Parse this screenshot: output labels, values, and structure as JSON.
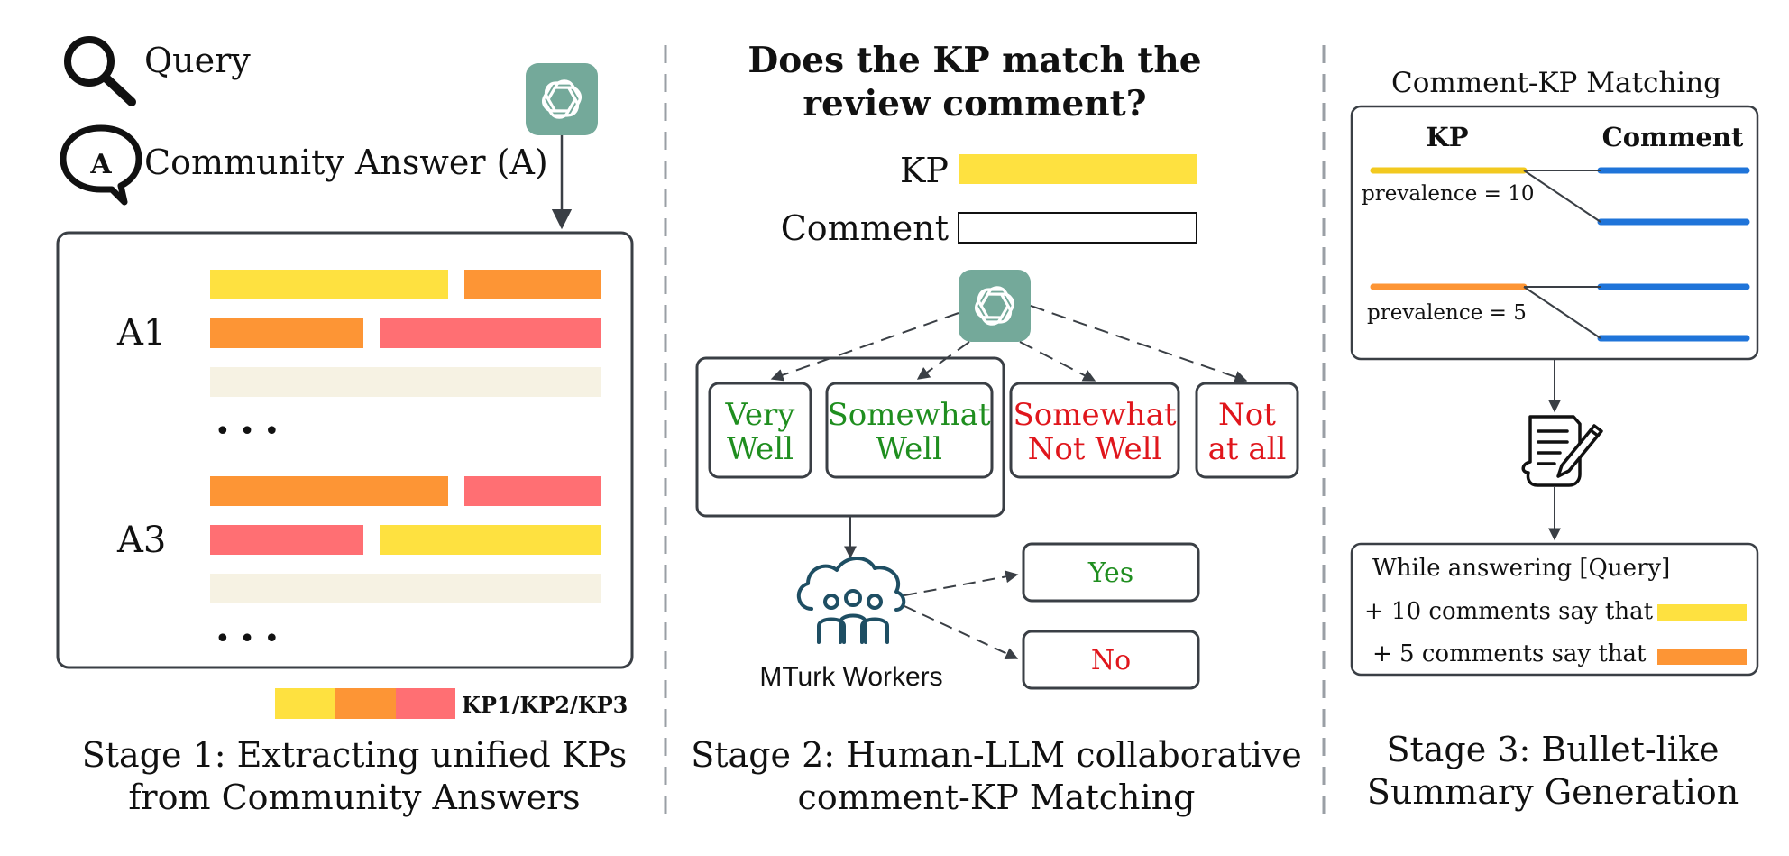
{
  "colors": {
    "yellow": "#FEE140",
    "orange": "#FD9535",
    "pink": "#FF6F73",
    "beige": "#F6F2E3",
    "green": "#1F8E1F",
    "red": "#E0161C",
    "blue": "#1F74D9",
    "kp_yellow_line": "#F2C91F",
    "gpt_teal": "#74A99A",
    "frame": "#3A3F45"
  },
  "stage1": {
    "query_label": "Query",
    "community_label": "Community Answer (A)",
    "a1_label": "A1",
    "a3_label": "A3",
    "ellipsis_1": "• • •",
    "ellipsis_2": "• • •",
    "legend_label": "KP1/KP2/KP3",
    "caption_line1": "Stage 1: Extracting unified KPs",
    "caption_line2": "from Community Answers",
    "icons": [
      "search-icon",
      "answer-bubble-icon",
      "openai-logo-icon"
    ]
  },
  "stage2": {
    "title_line1": "Does the KP match the",
    "title_line2": "review comment?",
    "kp_label": "KP",
    "comment_label": "Comment",
    "options": [
      {
        "line1": "Very",
        "line2": "Well",
        "color": "green"
      },
      {
        "line1": "Somewhat",
        "line2": "Well",
        "color": "green"
      },
      {
        "line1": "Somewhat",
        "line2": "Not Well",
        "color": "red"
      },
      {
        "line1": "Not",
        "line2": "at all",
        "color": "red"
      }
    ],
    "workers_label": "MTurk Workers",
    "yes_label": "Yes",
    "no_label": "No",
    "caption_line1": "Stage 2: Human-LLM collaborative",
    "caption_line2": "comment-KP Matching",
    "icons": [
      "openai-logo-icon",
      "cloud-workers-icon"
    ]
  },
  "stage3": {
    "matching_title": "Comment-KP Matching",
    "kp_header": "KP",
    "comment_header": "Comment",
    "prevalence_1": "prevalence = 10",
    "prevalence_2": "prevalence = 5",
    "summary_title": "While answering [Query]",
    "summary_line1": "+ 10 comments say that",
    "summary_line2": "+ 5 comments say that",
    "caption_line1": "Stage 3: Bullet-like",
    "caption_line2": "Summary Generation",
    "icons": [
      "document-pen-icon"
    ]
  }
}
